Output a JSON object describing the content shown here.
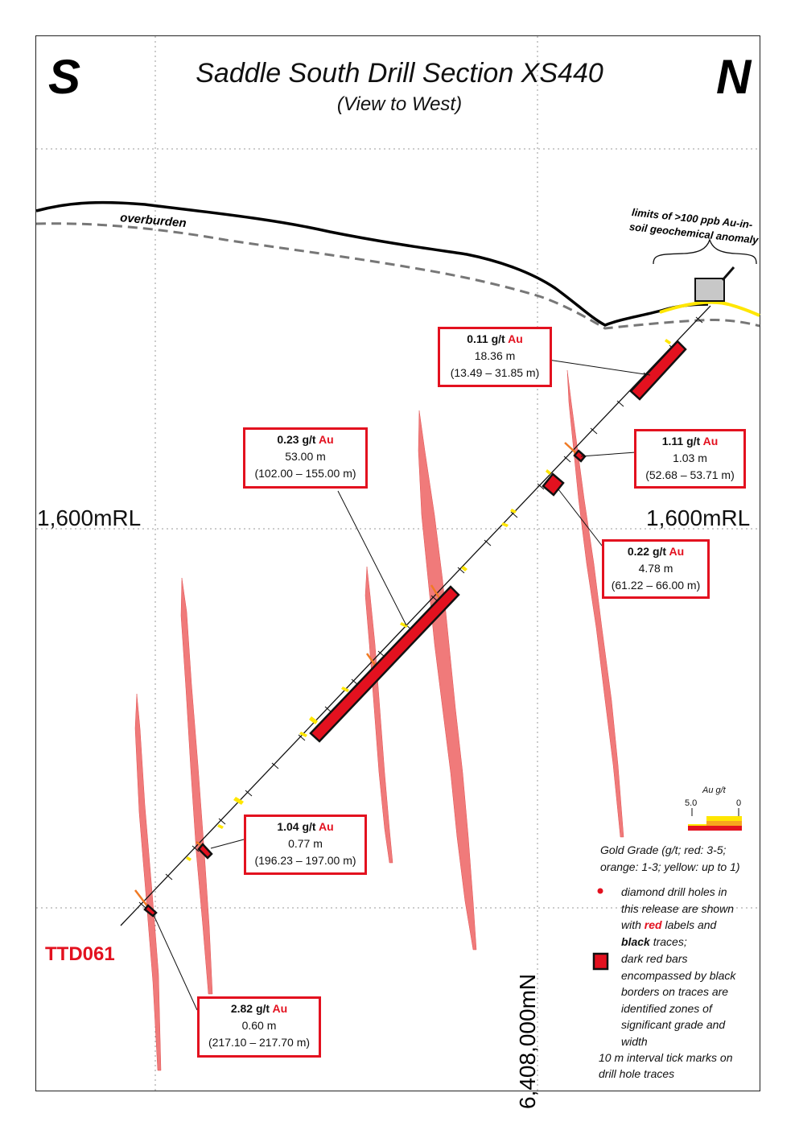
{
  "title": "Saddle South Drill Section XS440",
  "subtitle": "(View to West)",
  "compass": {
    "south": "S",
    "north": "N"
  },
  "labels": {
    "overburden": "overburden",
    "anomaly_line1": "limits of >100 ppb Au-in-",
    "anomaly_line2": "soil geochemical anomaly",
    "rl_left": "1,600mRL",
    "rl_right": "1,600mRL",
    "northing": "6,408,000mN",
    "hole_id": "TTD061"
  },
  "intercepts": [
    {
      "grade": "0.11 g/t ",
      "au": "Au",
      "width": "18.36 m",
      "interval": "(13.49 – 31.85 m)"
    },
    {
      "grade": "1.11 g/t ",
      "au": "Au",
      "width": "1.03 m",
      "interval": "(52.68 – 53.71 m)"
    },
    {
      "grade": "0.22 g/t ",
      "au": "Au",
      "width": "4.78 m",
      "interval": "(61.22 – 66.00 m)"
    },
    {
      "grade": "0.23 g/t ",
      "au": "Au",
      "width": "53.00 m",
      "interval": "(102.00 – 155.00 m)"
    },
    {
      "grade": "1.04 g/t ",
      "au": "Au",
      "width": "0.77 m",
      "interval": "(196.23 – 197.00 m)"
    },
    {
      "grade": "2.82 g/t ",
      "au": "Au",
      "width": "0.60 m",
      "interval": "(217.10 – 217.70 m)"
    }
  ],
  "legend": {
    "scale_title": "Au g/t",
    "scale_max": "5.0",
    "scale_min": "0",
    "grade_line1": "Gold Grade (g/t; red: 3-5;",
    "grade_line2": "orange: 1-3; yellow: up to 1)",
    "holes": {
      "l1": "diamond drill holes in",
      "l2": "this release are shown",
      "l3_a": "with ",
      "l3_red": "red",
      "l3_b": " labels and",
      "l4_black": "black",
      "l4_b": " traces;"
    },
    "bars_lines": [
      "dark red bars",
      "encompassed by black",
      "borders on traces are",
      "identified zones of",
      "significant grade and",
      "width"
    ],
    "tick_line1": "10 m interval tick marks on",
    "tick_line2": "drill hole traces"
  },
  "colors": {
    "accent_red": "#e3111f",
    "vein_pink": "#f07a7a",
    "yellow": "#ffe600",
    "orange": "#f07a24"
  }
}
